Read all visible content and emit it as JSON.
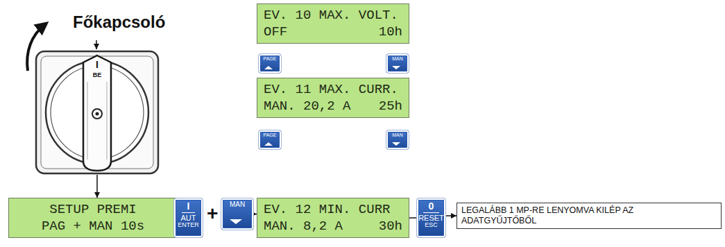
{
  "diagram": {
    "nodes": [
      {
        "text": [
          "I",
          "BE"
        ]
      },
      {
        "text": [
          "SETUP PREMI",
          "PAG + MAN 10s"
        ]
      },
      {
        "text": [
          "I",
          "AUT",
          "ENTER"
        ]
      },
      {
        "text": [
          "MAN"
        ]
      },
      {
        "text": [
          "EV. 10 MAX. VOLT.",
          "OFF",
          "10h"
        ]
      },
      {
        "text": [
          "PAGE"
        ]
      },
      {
        "text": [
          "MAN"
        ]
      },
      {
        "text": [
          "EV. 11 MAX. CURR.",
          "MAN. 20,2 A",
          "25h"
        ]
      },
      {
        "text": [
          "PAGE"
        ]
      },
      {
        "text": [
          "MAN"
        ]
      },
      {
        "text": [
          "EV. 12 MIN. CURR",
          "MAN. 8,2 A",
          "30h"
        ]
      },
      {
        "text": [
          "0",
          "RESET",
          "ESC"
        ]
      },
      {
        "text": [
          "LEGALÁBB 1 MP-RE LENYOMVA KILÉP AZ ADATGYŰJTŐBŐL"
        ]
      }
    ],
    "edges": [
      {
        "from": 0,
        "to": 1,
        "arrow": "to"
      },
      {
        "from": 1,
        "to": 2,
        "arrow": "none"
      },
      {
        "from": 3,
        "to": 10,
        "arrow": "to"
      },
      {
        "from": 10,
        "to": 11,
        "arrow": "none"
      },
      {
        "from": 11,
        "to": 12,
        "arrow": "to"
      }
    ],
    "labels": [
      "Főkapcsoló",
      "+"
    ]
  }
}
